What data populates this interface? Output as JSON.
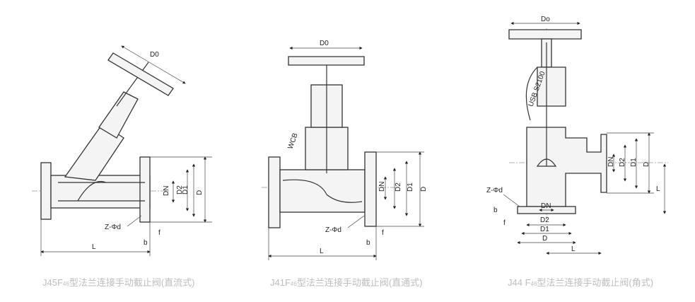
{
  "figures": [
    {
      "caption_prefix": "J45F",
      "caption_sub": "46",
      "caption_rest": "型法兰连接手动截止阀(直流式)",
      "labels": {
        "handwheel": "D0",
        "dn": "DN",
        "d2": "D2",
        "d1": "D1",
        "d": "D",
        "bolt": "Z-Φd",
        "f": "f",
        "b": "b",
        "l": "L"
      }
    },
    {
      "caption_prefix": "J41F",
      "caption_sub": "46",
      "caption_rest": "型法兰连接手动截止阀(直通式)",
      "labels": {
        "handwheel": "D0",
        "dn": "DN",
        "d2": "D2",
        "d1": "D1",
        "d": "D",
        "bolt": "Z-Φd",
        "f": "f",
        "b": "b",
        "l": "L",
        "material": "WCB"
      }
    },
    {
      "caption_prefix": "J44 F",
      "caption_sub": "46",
      "caption_rest": "型法兰连接手动截止阀(角式)",
      "labels": {
        "handwheel": "Do",
        "dn": "DN",
        "d2": "D2",
        "d1": "D1",
        "d": "D",
        "bolt": "Z-Φd",
        "f": "f",
        "b": "b",
        "l": "L",
        "material": "USB S2100"
      }
    }
  ]
}
